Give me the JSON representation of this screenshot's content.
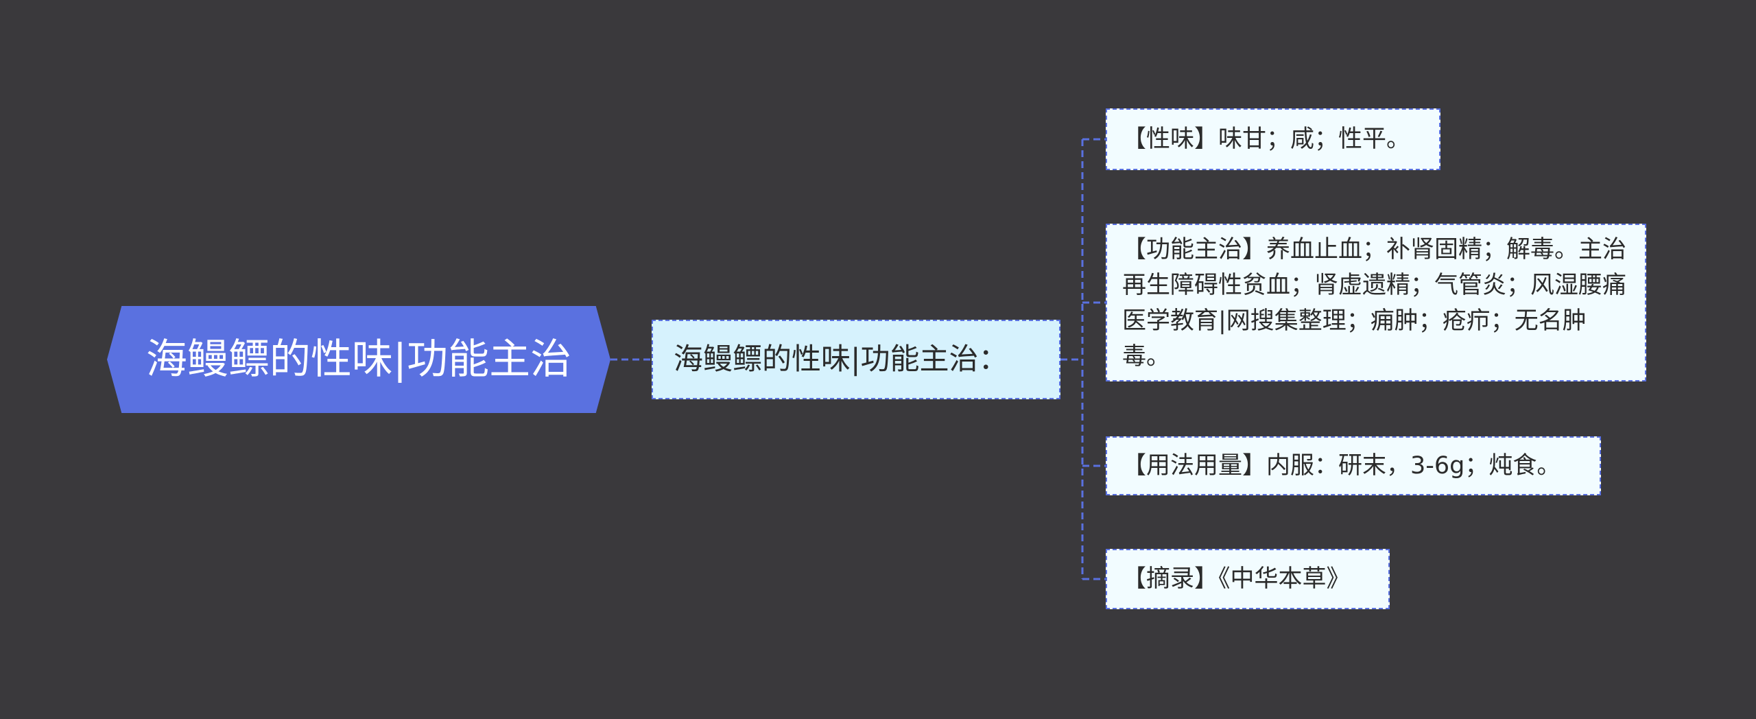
{
  "root": {
    "label": "海鳗鳔的性味|功能主治"
  },
  "sub": {
    "label": "海鳗鳔的性味|功能主治："
  },
  "leaves": [
    {
      "label": "【性味】味甘；咸；性平。"
    },
    {
      "label": "【功能主治】养血止血；补肾固精；解毒。主治再生障碍性贫血；肾虚遗精；气管炎；风湿腰痛医学教育|网搜集整理；痈肿；疮疖；无名肿毒。"
    },
    {
      "label": "【用法用量】内服：研末，3-6g；炖食。"
    },
    {
      "label": "【摘录】《中华本草》"
    }
  ],
  "colors": {
    "background": "#3a393c",
    "root_fill": "#5a71e0",
    "sub_fill": "#d6f2fd",
    "leaf_fill": "#f2fcff",
    "connector": "#5a71e0"
  }
}
